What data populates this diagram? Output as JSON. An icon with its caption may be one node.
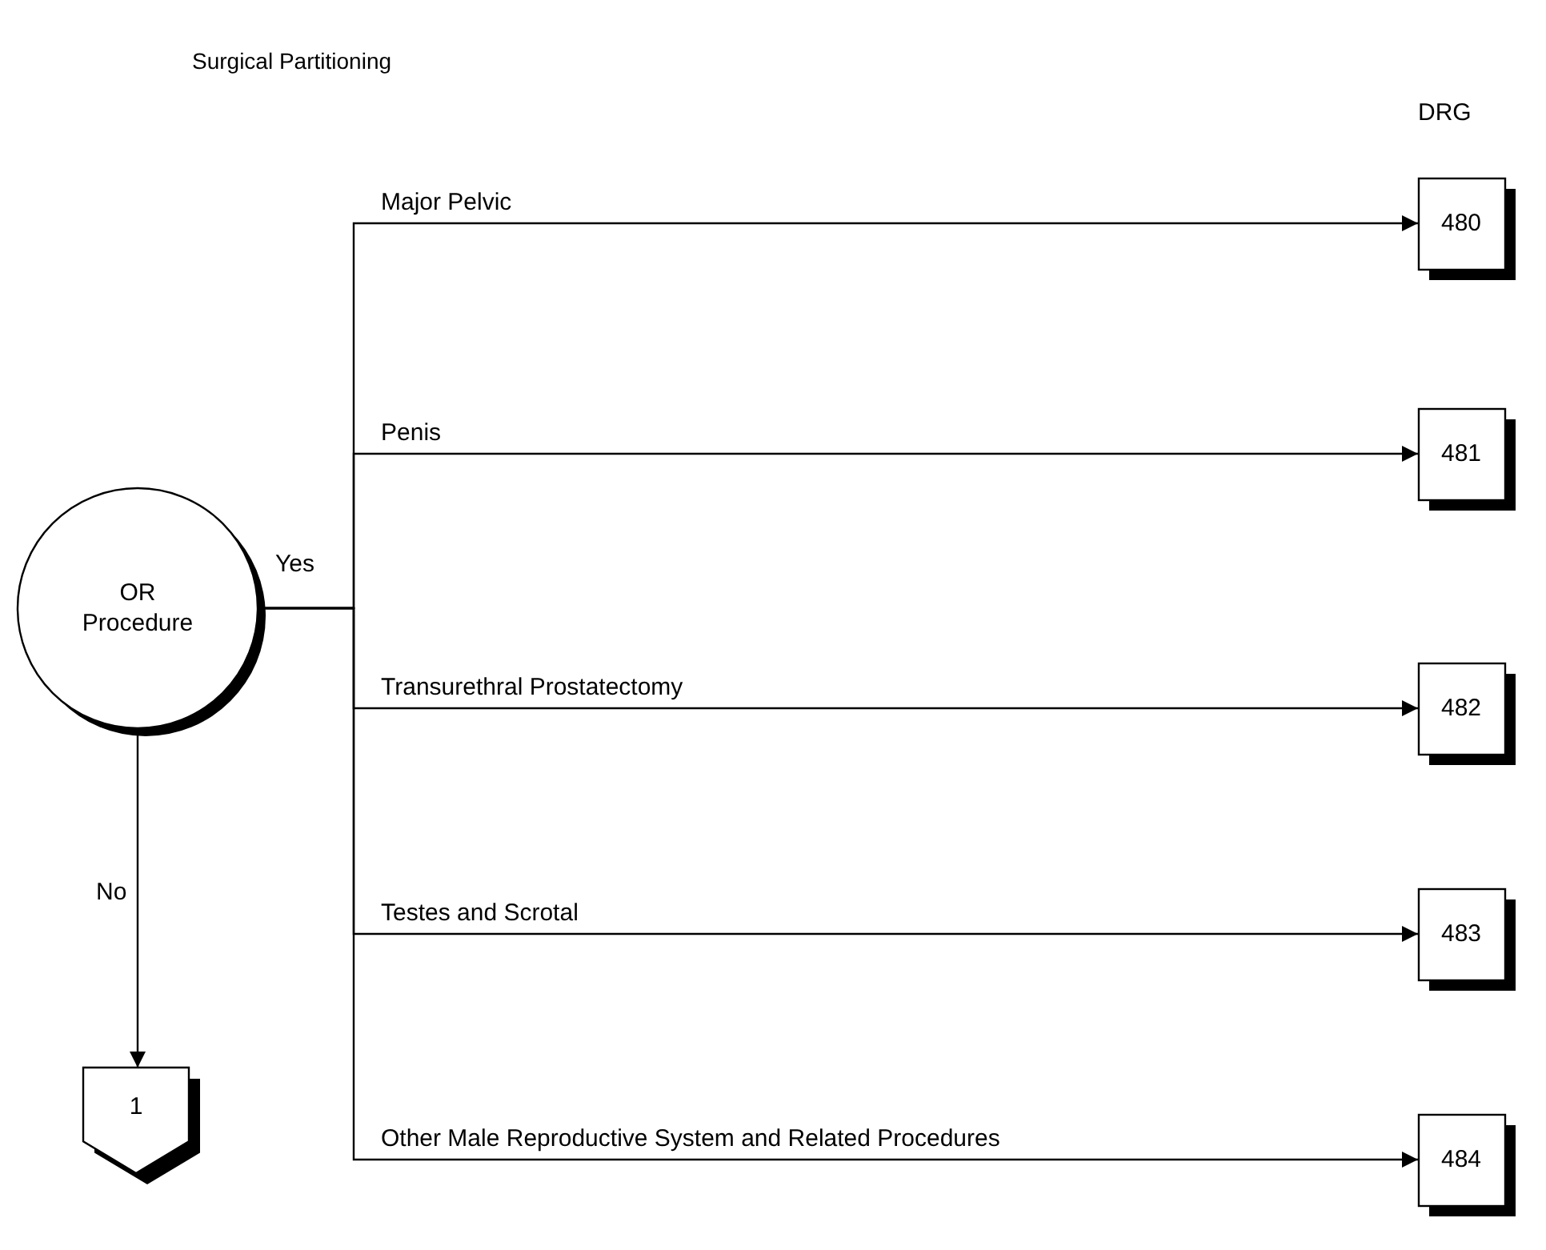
{
  "diagram": {
    "title": "Surgical Partitioning",
    "nodes": [
      {
        "text": [
          "OR Procedure"
        ]
      },
      {
        "text": [
          "480"
        ]
      },
      {
        "text": [
          "481"
        ]
      },
      {
        "text": [
          "482"
        ]
      },
      {
        "text": [
          "483"
        ]
      },
      {
        "text": [
          "484"
        ]
      },
      {
        "text": [
          "1"
        ]
      }
    ],
    "edges": [
      {
        "from": 0,
        "to": 1,
        "arrow": "to",
        "label": "Major Pelvic"
      },
      {
        "from": 0,
        "to": 2,
        "arrow": "to",
        "label": "Penis"
      },
      {
        "from": 0,
        "to": 3,
        "arrow": "to",
        "label": "Transurethral Prostatectomy"
      },
      {
        "from": 0,
        "to": 4,
        "arrow": "to",
        "label": "Testes and Scrotal"
      },
      {
        "from": 0,
        "to": 5,
        "arrow": "to",
        "label": "Other Male Reproductive System and Related Procedures"
      },
      {
        "from": 0,
        "to": 6,
        "arrow": "to",
        "label": "No"
      }
    ],
    "labels": [
      "DRG",
      "Yes"
    ]
  }
}
